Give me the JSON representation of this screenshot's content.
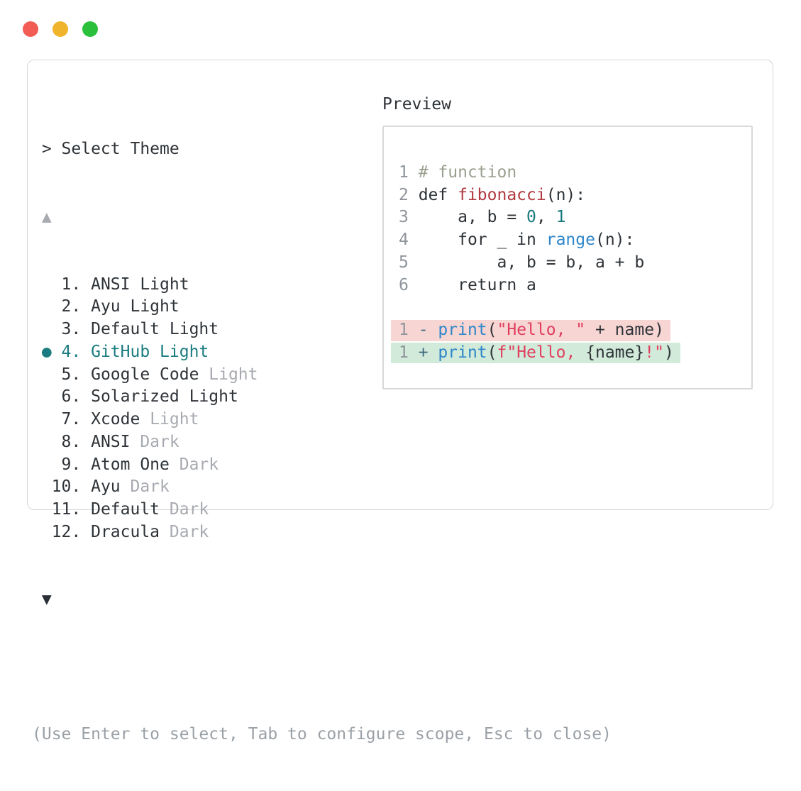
{
  "window": {
    "controls": [
      {
        "name": "close"
      },
      {
        "name": "minimize"
      },
      {
        "name": "zoom"
      }
    ]
  },
  "header": {
    "title": "> Select Theme"
  },
  "icons": {
    "scroll_up": "▲",
    "scroll_down": "▼",
    "selected_marker": "●"
  },
  "theme_list": {
    "items": [
      {
        "num": 1,
        "name": "ANSI Light",
        "suffix": "",
        "selected": false
      },
      {
        "num": 2,
        "name": "Ayu Light",
        "suffix": "",
        "selected": false
      },
      {
        "num": 3,
        "name": "Default Light",
        "suffix": "",
        "selected": false
      },
      {
        "num": 4,
        "name": "GitHub Light",
        "suffix": "",
        "selected": true
      },
      {
        "num": 5,
        "name": "Google Code",
        "suffix": "Light",
        "selected": false
      },
      {
        "num": 6,
        "name": "Solarized Light",
        "suffix": "",
        "selected": false
      },
      {
        "num": 7,
        "name": "Xcode",
        "suffix": "Light",
        "selected": false
      },
      {
        "num": 8,
        "name": "ANSI",
        "suffix": "Dark",
        "selected": false
      },
      {
        "num": 9,
        "name": "Atom One",
        "suffix": "Dark",
        "selected": false
      },
      {
        "num": 10,
        "name": "Ayu",
        "suffix": "Dark",
        "selected": false
      },
      {
        "num": 11,
        "name": "Default",
        "suffix": "Dark",
        "selected": false
      },
      {
        "num": 12,
        "name": "Dracula",
        "suffix": "Dark",
        "selected": false
      }
    ]
  },
  "preview": {
    "title": "Preview",
    "code_lines": [
      {
        "num": "1",
        "segs": [
          {
            "t": "# function",
            "c": "comment"
          }
        ]
      },
      {
        "num": "2",
        "segs": [
          {
            "t": "def ",
            "c": "default"
          },
          {
            "t": "fibonacci",
            "c": "function"
          },
          {
            "t": "(n):",
            "c": "default"
          }
        ]
      },
      {
        "num": "3",
        "segs": [
          {
            "t": "    a, b = ",
            "c": "default"
          },
          {
            "t": "0",
            "c": "number"
          },
          {
            "t": ", ",
            "c": "default"
          },
          {
            "t": "1",
            "c": "number"
          }
        ]
      },
      {
        "num": "4",
        "segs": [
          {
            "t": "    for _ in ",
            "c": "default"
          },
          {
            "t": "range",
            "c": "builtin"
          },
          {
            "t": "(n):",
            "c": "default"
          }
        ]
      },
      {
        "num": "5",
        "segs": [
          {
            "t": "        a, b = b, a + b",
            "c": "default"
          }
        ]
      },
      {
        "num": "6",
        "segs": [
          {
            "t": "    return a",
            "c": "default"
          }
        ]
      }
    ],
    "diff_lines": [
      {
        "num": "1",
        "type": "removed",
        "segs": [
          {
            "t": "- ",
            "c": "diffsign"
          },
          {
            "t": "print",
            "c": "builtin"
          },
          {
            "t": "(",
            "c": "default"
          },
          {
            "t": "\"Hello, \"",
            "c": "string"
          },
          {
            "t": " + name)",
            "c": "default"
          }
        ]
      },
      {
        "num": "1",
        "type": "added",
        "segs": [
          {
            "t": "+ ",
            "c": "diffsign"
          },
          {
            "t": "print",
            "c": "builtin"
          },
          {
            "t": "(",
            "c": "default"
          },
          {
            "t": "f\"Hello, ",
            "c": "string"
          },
          {
            "t": "{name}",
            "c": "default"
          },
          {
            "t": "!\"",
            "c": "string"
          },
          {
            "t": ")",
            "c": "default"
          }
        ]
      }
    ]
  },
  "footer": {
    "hint": "(Use Enter to select, Tab to configure scope, Esc to close)"
  },
  "colors": {
    "text": "#2e3338",
    "muted": "#a7aab0",
    "footer": "#9aa0a6",
    "arrow_up": "#a8abaf",
    "arrow_down": "#2a2f35",
    "selected": "#1a7c80",
    "default": "#2e3338",
    "linenum": "#8f959b",
    "comment": "#9aa08f",
    "function": "#b03a40",
    "number": "#17797d",
    "builtin": "#2e86c9",
    "string": "#e13e5e",
    "diffsign": "#3f6b7d",
    "removed_bg": "#f7d5d3",
    "added_bg": "#d1ead9",
    "panel_border": "#d6d6d8",
    "preview_border": "#d9d9db",
    "traffic_red": "#f25c54",
    "traffic_yellow": "#f0b42c",
    "traffic_green": "#2ac03c"
  }
}
